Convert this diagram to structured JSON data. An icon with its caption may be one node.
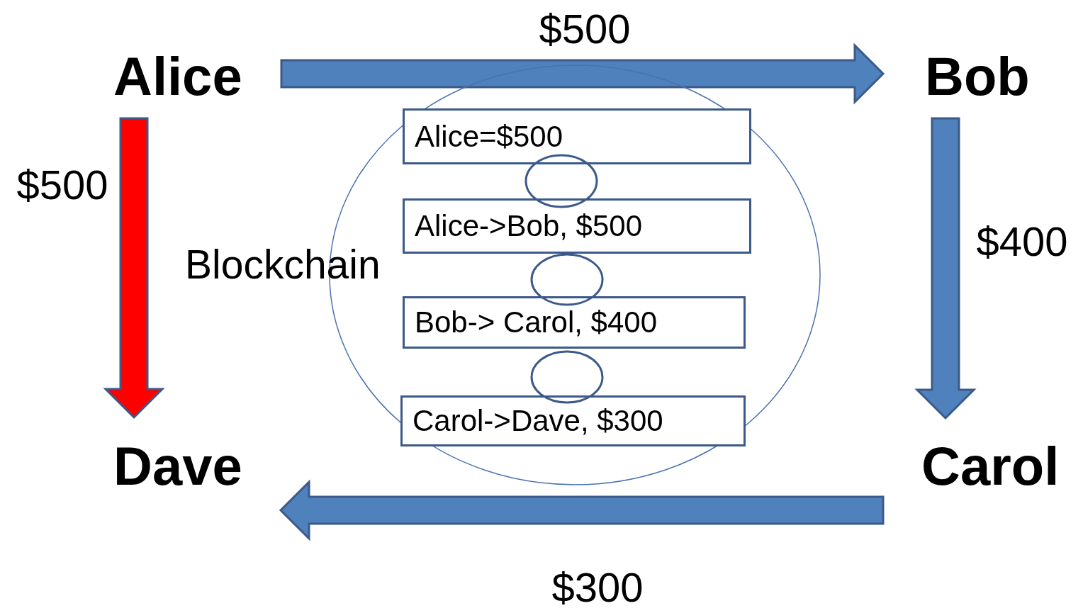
{
  "diagram": {
    "nodes": [
      {
        "text": [
          "Alice"
        ]
      },
      {
        "text": [
          "Bob"
        ]
      },
      {
        "text": [
          "Carol"
        ]
      },
      {
        "text": [
          "Dave"
        ]
      },
      {
        "text": [
          "Blockchain"
        ]
      },
      {
        "text": [
          "Alice=$500"
        ],
        "in": 4
      },
      {
        "text": [
          "Alice->Bob, $500"
        ],
        "in": 4
      },
      {
        "text": [
          "Bob-> Carol, $400"
        ],
        "in": 4
      },
      {
        "text": [
          "Carol->Dave, $300"
        ],
        "in": 4
      },
      {
        "text": [],
        "shape": "ellipse",
        "in": 4
      },
      {
        "text": [],
        "shape": "ellipse",
        "in": 4
      },
      {
        "text": [],
        "shape": "ellipse",
        "in": 4
      }
    ],
    "edges": [
      {
        "from": 0,
        "to": 1,
        "arrow": "to",
        "label": "$500",
        "style": "thick"
      },
      {
        "from": 1,
        "to": 2,
        "arrow": "to",
        "label": "$400",
        "style": "thick"
      },
      {
        "from": 2,
        "to": 3,
        "arrow": "to",
        "label": "$300",
        "style": "thick"
      },
      {
        "from": 0,
        "to": 3,
        "arrow": "to",
        "label": "$500",
        "style": "thick",
        "color": "#ff0000"
      }
    ]
  }
}
